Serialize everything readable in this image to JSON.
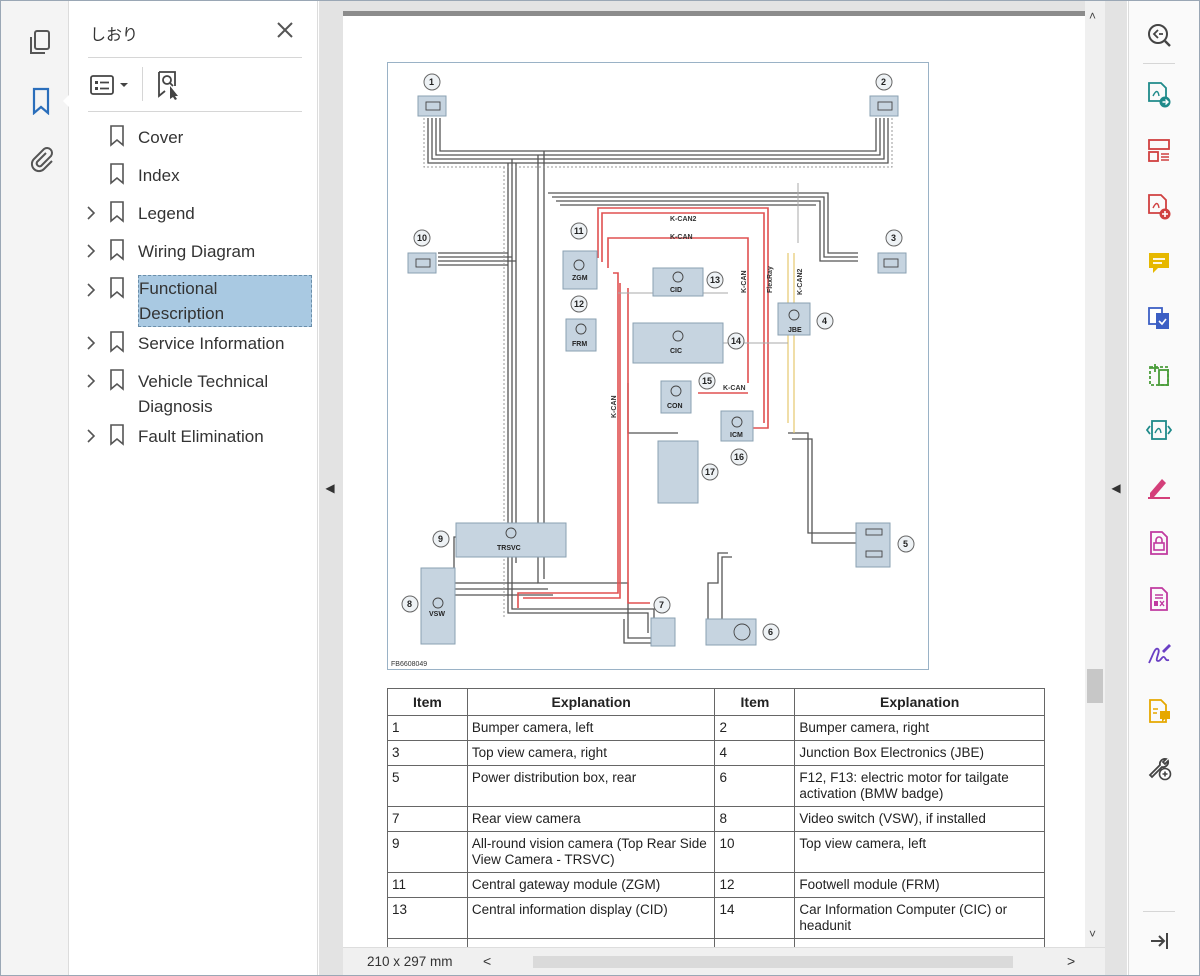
{
  "panel": {
    "title": "しおり"
  },
  "bookmarks": [
    {
      "label": "Cover",
      "expandable": false
    },
    {
      "label": "Index",
      "expandable": false
    },
    {
      "label": "Legend",
      "expandable": true
    },
    {
      "label": "Wiring Diagram",
      "expandable": true
    },
    {
      "label": "Functional Description",
      "expandable": true,
      "selected": true
    },
    {
      "label": "Service Information",
      "expandable": true
    },
    {
      "label": "Vehicle Technical Diagnosis",
      "expandable": true
    },
    {
      "label": "Fault Elimination",
      "expandable": true
    }
  ],
  "bookmark_lines": {
    "functional_1": "Functional",
    "functional_2": "Description",
    "vtd_1": "Vehicle Technical",
    "vtd_2": "Diagnosis"
  },
  "diagram": {
    "figure_id": "FB6608049",
    "nodes": [
      {
        "num": "1"
      },
      {
        "num": "2"
      },
      {
        "num": "3"
      },
      {
        "num": "4",
        "label": "JBE"
      },
      {
        "num": "5"
      },
      {
        "num": "6"
      },
      {
        "num": "7"
      },
      {
        "num": "8",
        "label": "VSW"
      },
      {
        "num": "9",
        "label": "TRSVC"
      },
      {
        "num": "10"
      },
      {
        "num": "11",
        "label": "ZGM"
      },
      {
        "num": "12",
        "label": "FRM"
      },
      {
        "num": "13",
        "label": "CID"
      },
      {
        "num": "14",
        "label": "CIC"
      },
      {
        "num": "15",
        "label": "CON"
      },
      {
        "num": "16",
        "label": "ICM"
      },
      {
        "num": "17"
      }
    ],
    "bus_labels": [
      "K-CAN2",
      "K-CAN",
      "K-CAN",
      "FlexRay",
      "K-CAN2",
      "K-CAN",
      "K-CAN"
    ]
  },
  "table": {
    "headers": [
      "Item",
      "Explanation",
      "Item",
      "Explanation"
    ],
    "rows": [
      [
        "1",
        "Bumper camera, left",
        "2",
        "Bumper camera, right"
      ],
      [
        "3",
        "Top view camera, right",
        "4",
        "Junction Box Electronics (JBE)"
      ],
      [
        "5",
        "Power distribution box, rear",
        "6",
        "F12, F13: electric motor for tailgate activation (BMW badge)"
      ],
      [
        "7",
        "Rear view camera",
        "8",
        "Video switch (VSW), if installed"
      ],
      [
        "9",
        "All-round vision camera (Top Rear Side View Camera - TRSVC)",
        "10",
        "Top view camera, left"
      ],
      [
        "11",
        "Central gateway module (ZGM)",
        "12",
        "Footwell module (FRM)"
      ],
      [
        "13",
        "Central information display (CID)",
        "14",
        "Car Information Computer (CIC) or headunit"
      ]
    ]
  },
  "status": {
    "page_size": "210 x 297 mm"
  },
  "left_rail_icons": [
    "pages-icon",
    "bookmark-icon",
    "attachment-icon"
  ],
  "right_rail_icons": [
    "zoom-icon",
    "export-pdf-icon",
    "organize-pages-icon",
    "create-pdf-icon",
    "comment-icon",
    "combine-files-icon",
    "compress-icon",
    "send-for-review-icon",
    "fill-sign-icon",
    "protect-icon",
    "redact-icon",
    "sign-icon",
    "request-signature-icon",
    "more-tools-icon",
    "collapse-panel-icon"
  ],
  "colors": {
    "accent_blue": "#2a6ebb",
    "selection": "#a9c9e2",
    "wire_red": "#e05050"
  }
}
